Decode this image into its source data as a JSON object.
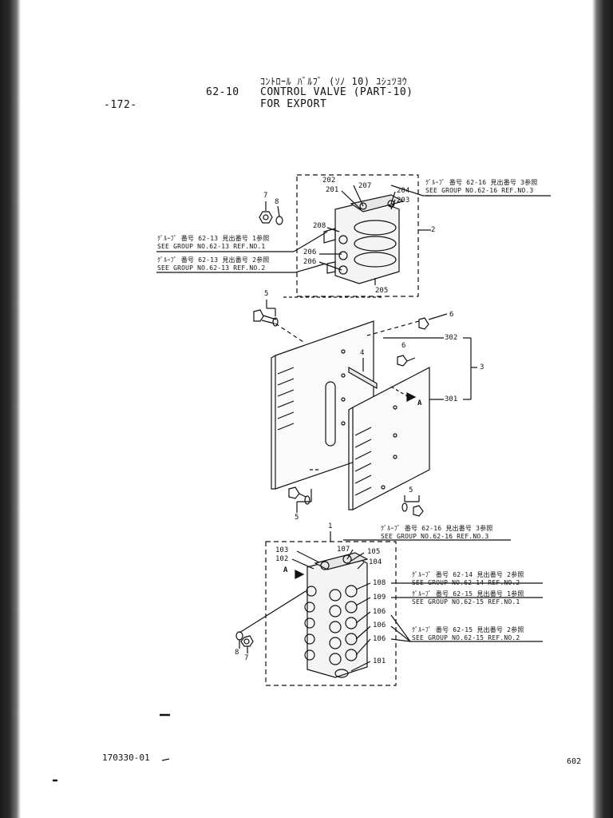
{
  "header": {
    "page_number": "-172-",
    "group_number": "62-10",
    "title_katakana": "ｺﾝﾄﾛｰﾙ ﾊﾞﾙﾌﾞ (ｿﾉ 10) ﾕｼｭﾂﾖｳ",
    "title_line1": "CONTROL VALVE (PART-10)",
    "title_line2": "FOR EXPORT"
  },
  "references": {
    "g62_16_jp": "ｸﾞﾙｰﾌﾟ 番号 62-16 見出番号 3参照",
    "g62_16_en": "SEE GROUP NO.62-16 REF.NO.3",
    "g62_13_1_jp": "ｸﾞﾙｰﾌﾟ 番号 62-13 見出番号 1参照",
    "g62_13_1_en": "SEE GROUP NO.62-13 REF.NO.1",
    "g62_13_2_jp": "ｸﾞﾙｰﾌﾟ 番号 62-13 見出番号 2参照",
    "g62_13_2_en": "SEE GROUP NO.62-13 REF.NO.2",
    "g62_14_2_jp": "ｸﾞﾙｰﾌﾟ 番号 62-14 見出番号 2参照",
    "g62_14_2_en": "SEE GROUP NO.62-14 REF.NO.2",
    "g62_15_1_jp": "ｸﾞﾙｰﾌﾟ 番号 62-15 見出番号 1参照",
    "g62_15_1_en": "SEE GROUP NO.62-15 REF.NO.1",
    "g62_15_2_jp": "ｸﾞﾙｰﾌﾟ 番号 62-15 見出番号 2参照",
    "g62_15_2_en": "SEE GROUP NO.62-15 REF.NO.2"
  },
  "callouts": {
    "p1": "1",
    "p2": "2",
    "p3": "3",
    "p4": "4",
    "p5": "5",
    "p6": "6",
    "p7": "7",
    "p8": "8",
    "p101": "101",
    "p102": "102",
    "p103": "103",
    "p104": "104",
    "p105": "105",
    "p106": "106",
    "p107": "107",
    "p108": "108",
    "p109": "109",
    "p201": "201",
    "p202": "202",
    "p203": "203",
    "p204": "204",
    "p205": "205",
    "p206": "206",
    "p207": "207",
    "p208": "208",
    "p301": "301",
    "p302": "302",
    "arrowA": "A"
  },
  "footer": {
    "drawing_number": "170330-01",
    "corner_code": "602"
  }
}
